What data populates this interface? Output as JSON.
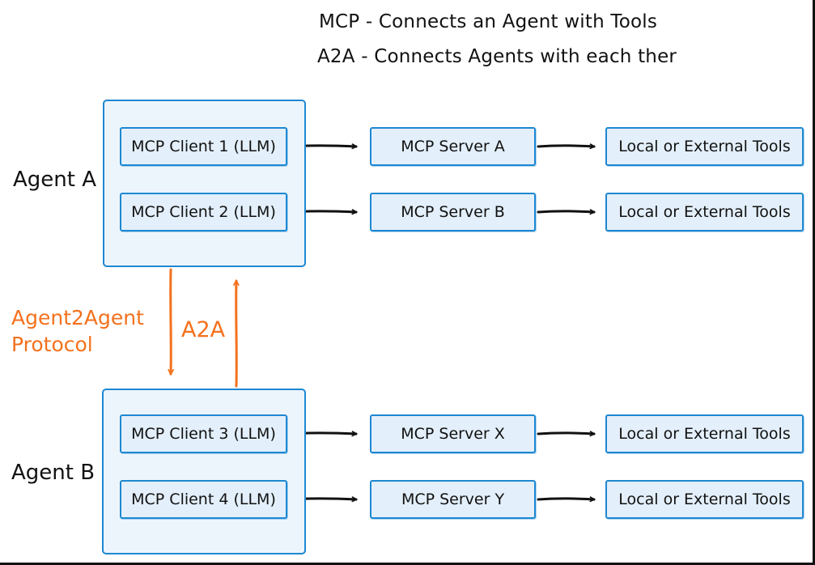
{
  "legend": {
    "mcp_line": "MCP - Connects an Agent with Tools",
    "a2a_line": "A2A - Connects Agents with each ther"
  },
  "agents": [
    {
      "label": "Agent A",
      "clients": [
        "MCP Client 1 (LLM)",
        "MCP Client 2 (LLM)"
      ]
    },
    {
      "label": "Agent B",
      "clients": [
        "MCP Client 3 (LLM)",
        "MCP Client 4 (LLM)"
      ]
    }
  ],
  "servers": [
    "MCP Server A",
    "MCP Server B",
    "MCP Server X",
    "MCP Server Y"
  ],
  "tools": [
    "Local or External Tools",
    "Local or External Tools",
    "Local or External Tools",
    "Local or External Tools"
  ],
  "a2a": {
    "arrow_label": "A2A",
    "protocol_label": [
      "Agent2Agent",
      "Protocol"
    ]
  },
  "colors": {
    "box_border_blue": "#1e88d2",
    "agent_fill": "#edf5fc",
    "node_fill": "#e3effa",
    "orange_accent": "#f4711d",
    "arrow_black": "#111111",
    "text_black": "#111111",
    "background": "#ffffff"
  }
}
